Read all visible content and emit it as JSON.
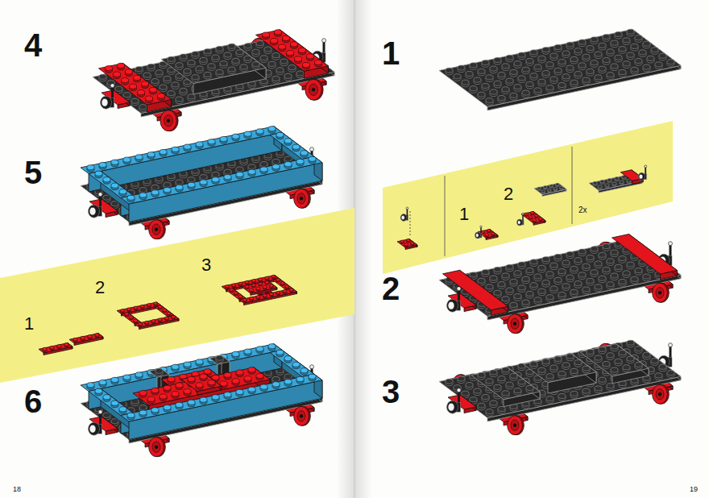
{
  "diagram": {
    "nodes": [
      {
        "text": [
          "1",
          "2",
          "3"
        ]
      },
      {
        "text": [
          "1",
          "2",
          "2x"
        ]
      }
    ],
    "labels": [
      "4",
      "5",
      "6",
      "18",
      "1",
      "2",
      "3",
      "19"
    ]
  }
}
